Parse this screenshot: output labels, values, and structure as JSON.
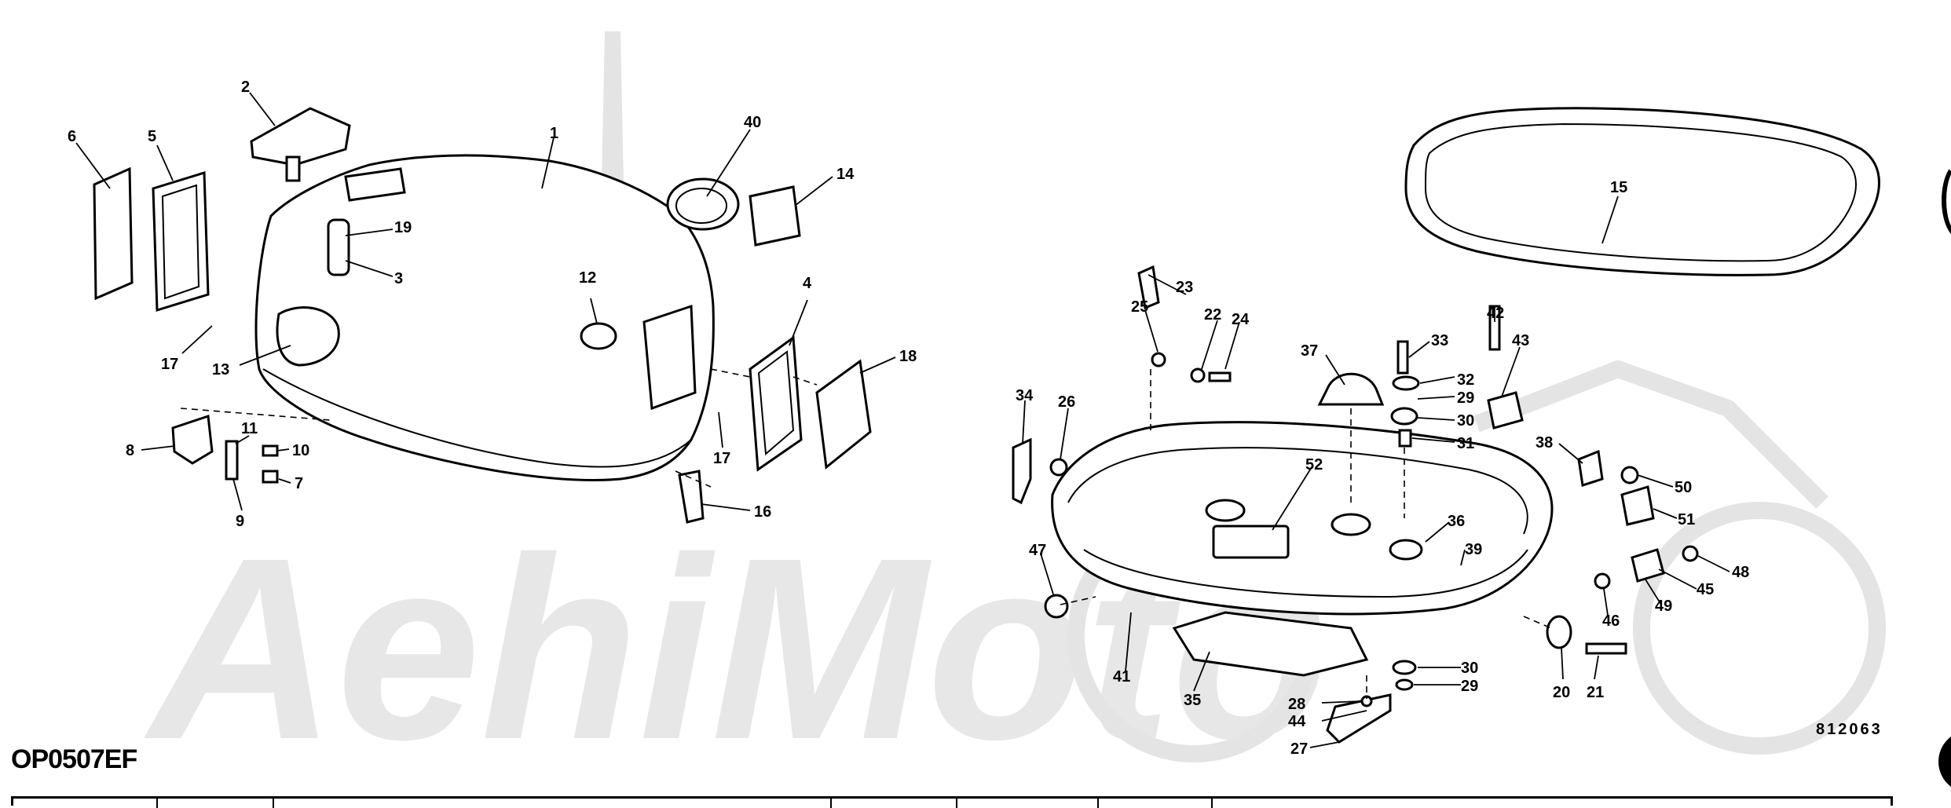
{
  "drawing_code": "812063",
  "reference_code": "OP0507EF",
  "watermark": "AehiMoto",
  "callouts": {
    "c1": "1",
    "c2": "2",
    "c3": "3",
    "c4": "4",
    "c5": "5",
    "c6": "6",
    "c7": "7",
    "c8": "8",
    "c9": "9",
    "c10": "10",
    "c11": "11",
    "c12": "12",
    "c13": "13",
    "c14": "14",
    "c15": "15",
    "c16": "16",
    "c17a": "17",
    "c17b": "17",
    "c18": "18",
    "c19": "19",
    "c20": "20",
    "c21": "21",
    "c22": "22",
    "c23": "23",
    "c24": "24",
    "c25": "25",
    "c26": "26",
    "c27": "27",
    "c28": "28",
    "c29a": "29",
    "c29b": "29",
    "c30a": "30",
    "c30b": "30",
    "c31": "31",
    "c32": "32",
    "c33": "33",
    "c34": "34",
    "c35": "35",
    "c36": "36",
    "c37": "37",
    "c38": "38",
    "c39": "39",
    "c40": "40",
    "c41": "41",
    "c42": "42",
    "c43": "43",
    "c44": "44",
    "c45": "45",
    "c46": "46",
    "c47": "47",
    "c48": "48",
    "c49": "49",
    "c50": "50",
    "c51": "51",
    "c52": "52"
  }
}
